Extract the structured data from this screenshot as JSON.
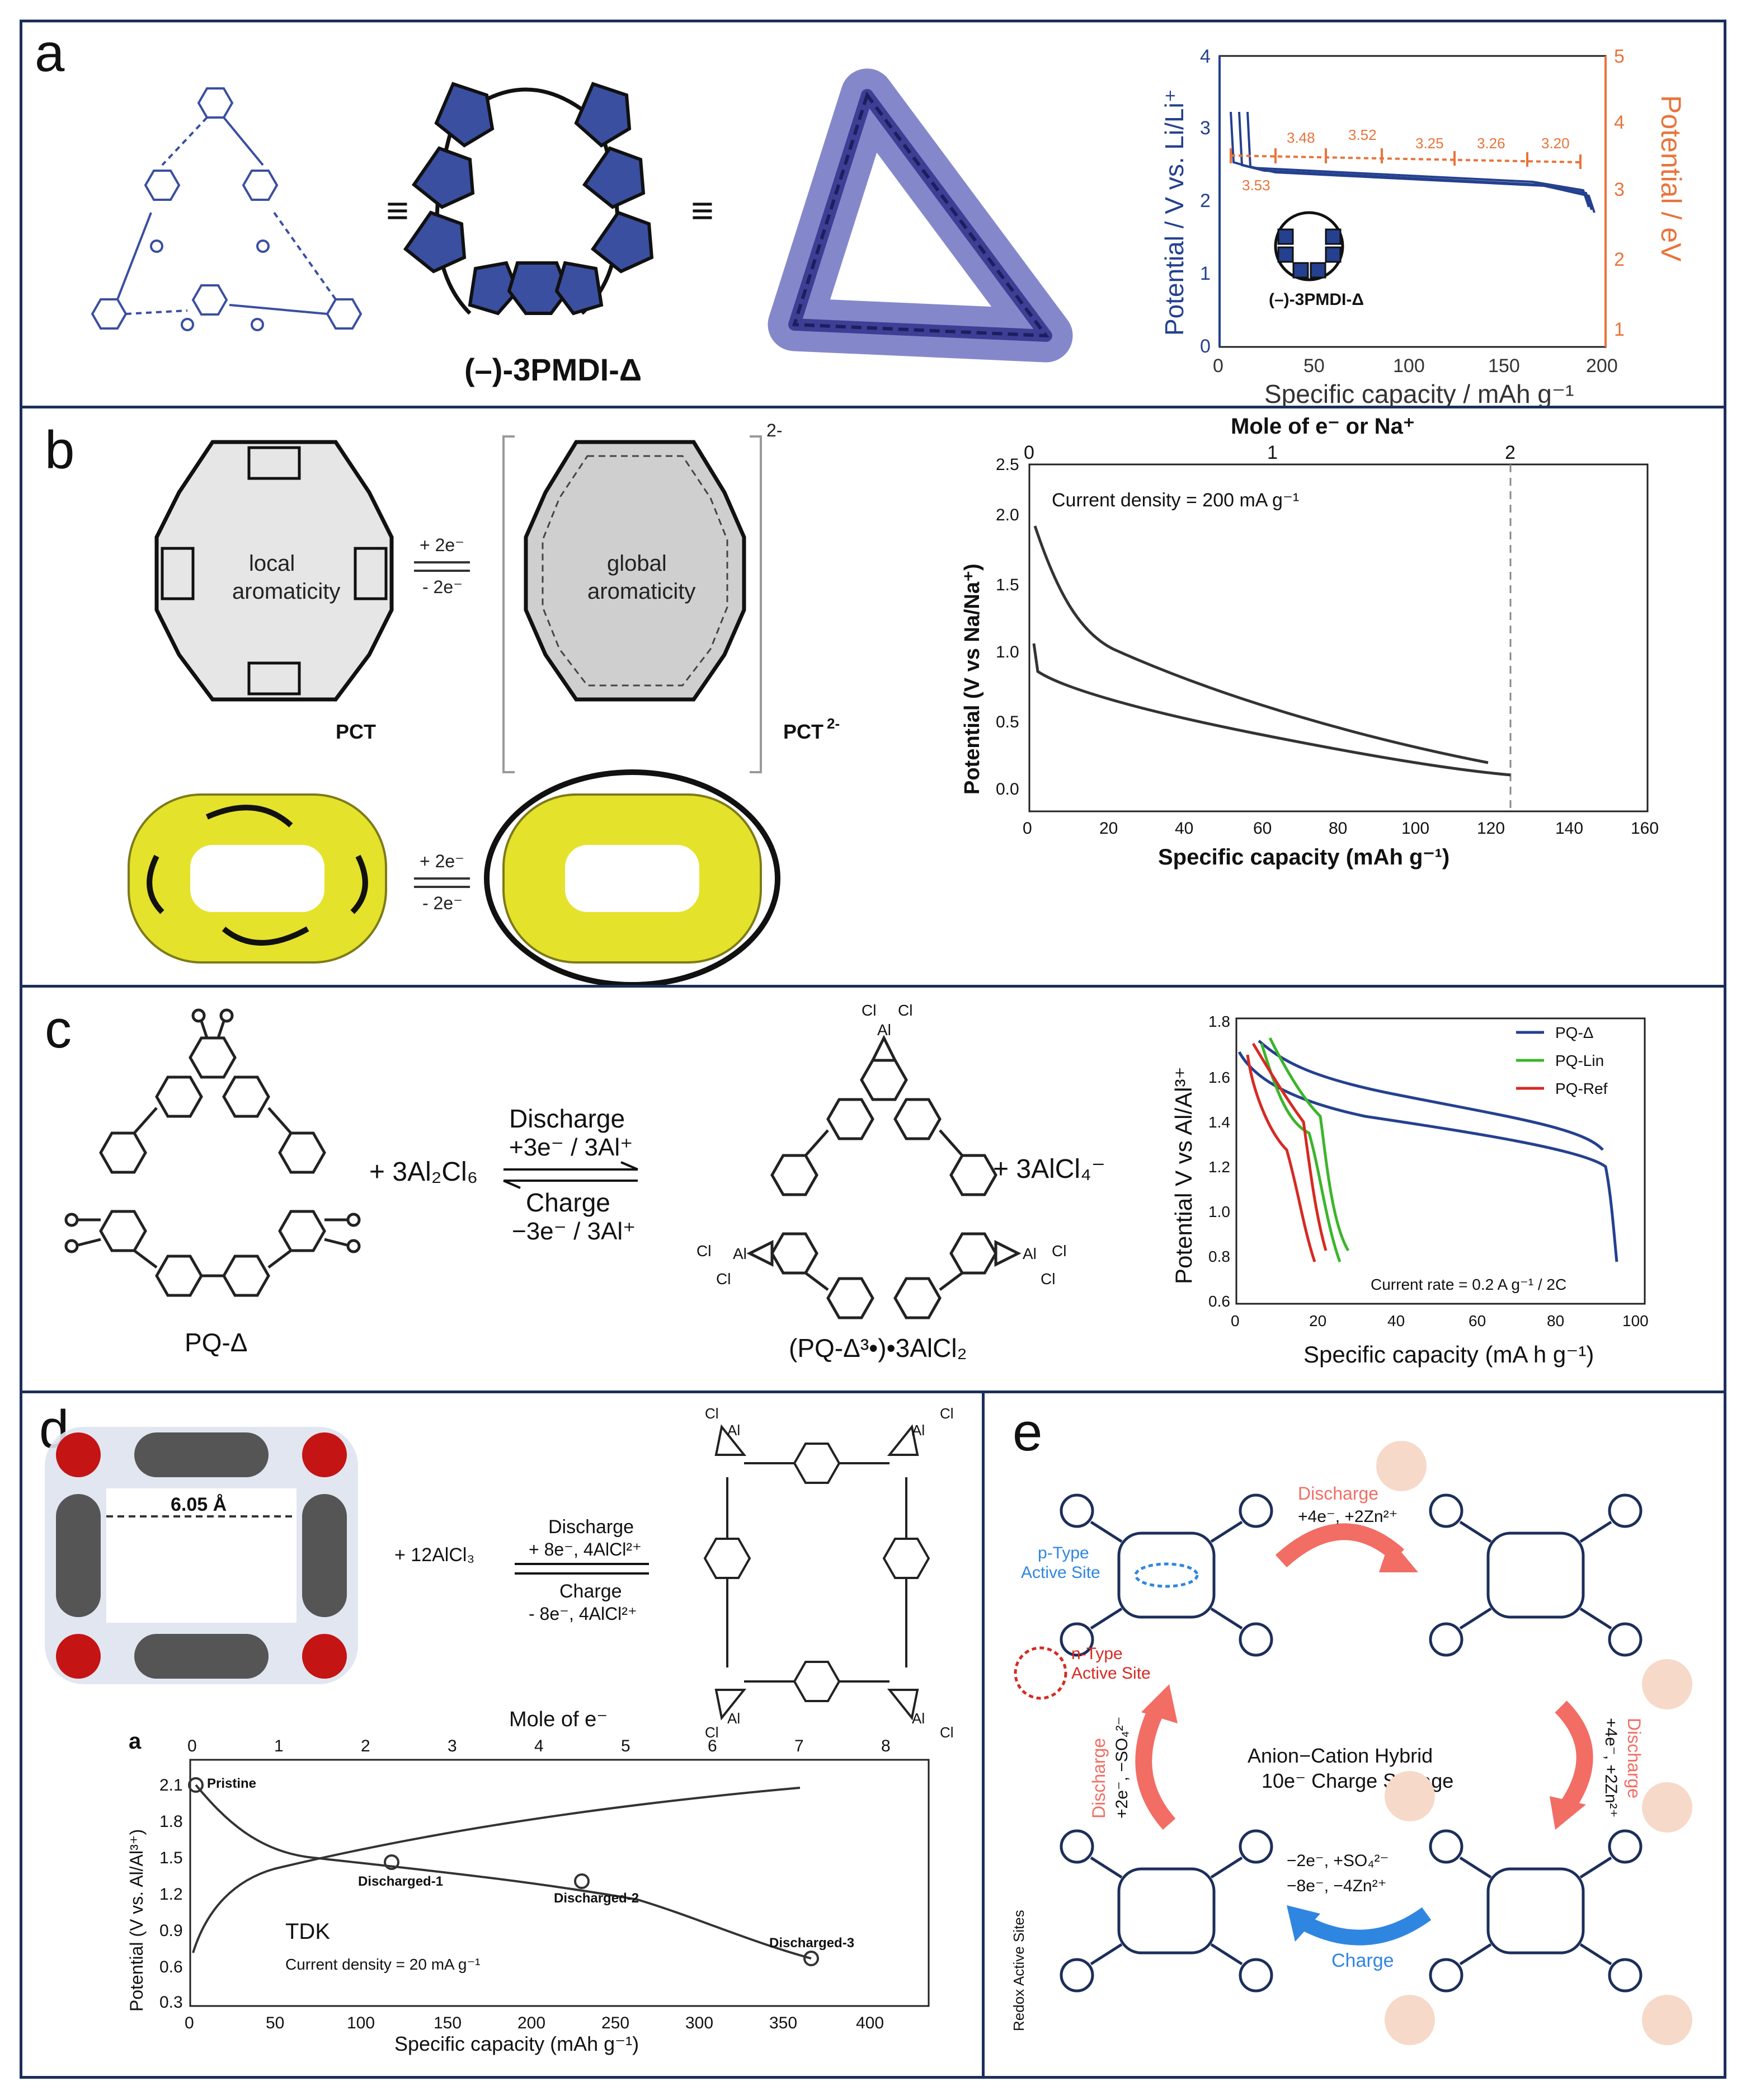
{
  "panels": {
    "a": {
      "label": "a",
      "molecule_name": "(–)-3PMDI-Δ",
      "equiv_symbol": "≡",
      "chart": {
        "y_left_label": "Potential / V vs. Li/Li⁺",
        "y_right_label": "Potential / eV",
        "x_label": "Specific capacity / mAh g⁻¹",
        "x_ticks": [
          "0",
          "50",
          "100",
          "150",
          "200"
        ],
        "y_left_ticks": [
          "0",
          "1",
          "2",
          "3",
          "4"
        ],
        "y_right_ticks": [
          "1",
          "2",
          "3",
          "4",
          "5"
        ],
        "inset_label": "(–)-3PMDI-Δ",
        "annotations": [
          "3.53",
          "3.48",
          "3.52",
          "3.25",
          "3.26",
          "3.20"
        ]
      }
    },
    "b": {
      "label": "b",
      "local_text": [
        "local",
        "aromaticity"
      ],
      "global_text": [
        "global",
        "aromaticity"
      ],
      "pct_label": "PCT",
      "pct2_label": "PCT",
      "pct2_sup": "2-",
      "charge_sup": "2-",
      "arrow_top": "+ 2e⁻",
      "arrow_bottom": "- 2e⁻",
      "chart": {
        "top_label": "Mole of e⁻ or Na⁺",
        "top_ticks": [
          "0",
          "1",
          "2"
        ],
        "annotation": "Current density = 200 mA g⁻¹",
        "y_label": "Potential (V vs Na/Na⁺)",
        "x_label": "Specific capacity (mAh g⁻¹)",
        "x_ticks": [
          "0",
          "20",
          "40",
          "60",
          "80",
          "100",
          "120",
          "140",
          "160"
        ],
        "y_ticks": [
          "0.0",
          "0.5",
          "1.0",
          "1.5",
          "2.0",
          "2.5"
        ]
      }
    },
    "c": {
      "label": "c",
      "reactant": "PQ-Δ",
      "plus_reagent": "+ 3Al₂Cl₆",
      "discharge": "Discharge",
      "discharge_eq": "+3e⁻ / 3Al⁺",
      "charge": "Charge",
      "charge_eq": "−3e⁻ / 3Al⁺",
      "plus_product": "+ 3AlCl₄⁻",
      "product": "(PQ-Δ³•)•3AlCl₂",
      "cl_label": "Cl",
      "al_label": "Al",
      "chart": {
        "y_label": "Potential V vs Al/Al³⁺",
        "x_label": "Specific capacity (mA h g⁻¹)",
        "x_ticks": [
          "0",
          "20",
          "40",
          "60",
          "80",
          "100"
        ],
        "y_ticks": [
          "0.6",
          "0.8",
          "1.0",
          "1.2",
          "1.4",
          "1.6",
          "1.8"
        ],
        "legend": [
          "PQ-Δ",
          "PQ-Lin",
          "PQ-Ref"
        ],
        "annotation": "Current rate = 0.2 A g⁻¹ / 2C"
      }
    },
    "d": {
      "label": "d",
      "distance": "6.05 Å",
      "plus_reagent": "+ 12AlCl₃",
      "discharge": "Discharge",
      "discharge_eq": "+ 8e⁻, 4AlCl²⁺",
      "charge": "Charge",
      "charge_eq": "- 8e⁻, 4AlCl²⁺",
      "cl_label": "Cl",
      "al_label": "Al",
      "chart": {
        "sub_label": "a",
        "top_label": "Mole of e⁻",
        "top_ticks": [
          "0",
          "1",
          "2",
          "3",
          "4",
          "5",
          "6",
          "7",
          "8"
        ],
        "y_label": "Potential (V vs. Al/Al³⁺)",
        "x_label": "Specific capacity (mAh g⁻¹)",
        "x_ticks": [
          "0",
          "50",
          "100",
          "150",
          "200",
          "250",
          "300",
          "350",
          "400"
        ],
        "y_ticks": [
          "0.3",
          "0.6",
          "0.9",
          "1.2",
          "1.5",
          "1.8",
          "2.1"
        ],
        "points": [
          "Pristine",
          "Discharged-1",
          "Discharged-2",
          "Discharged-3"
        ],
        "tdk": "TDK",
        "annotation": "Current density = 20 mA g⁻¹"
      }
    },
    "e": {
      "label": "e",
      "p_type": [
        "p-Type",
        "Active Site"
      ],
      "n_type": [
        "n-Type",
        "Active Site"
      ],
      "discharge_top": "Discharge",
      "discharge_top_eq": "+4e⁻, +2Zn²⁺",
      "discharge_right": "Discharge",
      "discharge_right_eq": "+4e⁻, +2Zn²⁺",
      "discharge_left": "Discharge",
      "discharge_left_eq": "+2e⁻, −SO₄²⁻",
      "center": [
        "Anion−Cation Hybrid",
        "10e⁻ Charge Storage"
      ],
      "bottom_eq1": "−2e⁻, +SO₄²⁻",
      "bottom_eq2": "−8e⁻, −4Zn²⁺",
      "charge": "Charge",
      "side_label": "Redox Active Sites"
    }
  },
  "colors": {
    "border": "#1c2f5a",
    "molecule_blue": "#3a4fa0",
    "orange": "#e8743b",
    "chart_navy": "#24408f",
    "pq_lin": "#3cb52b",
    "pq_ref": "#d62a22",
    "yellow": "#e4e22a",
    "salmon": "#f26d64",
    "charge_blue": "#2f86e0"
  }
}
